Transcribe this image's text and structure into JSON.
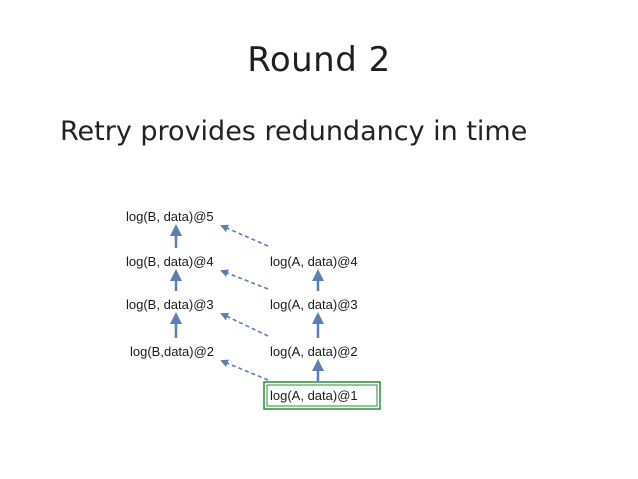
{
  "slide": {
    "title": "Round 2",
    "subtitle": "Retry provides redundancy in time"
  },
  "diagram": {
    "colors": {
      "arrow": "#5b7fb3",
      "highlight_border": "#2e8b3a",
      "text": "#1a1a1a"
    },
    "column_b": [
      "log(B, data)@5",
      "log(B, data)@4",
      "log(B, data)@3",
      "log(B,data)@2"
    ],
    "column_a": [
      "log(A, data)@4",
      "log(A, data)@3",
      "log(A, data)@2",
      "log(A, data)@1"
    ],
    "highlighted_node": "log(A, data)@1",
    "edges": [
      {
        "from": "log(B, data)@4",
        "to": "log(B, data)@5",
        "style": "solid"
      },
      {
        "from": "log(B, data)@3",
        "to": "log(B, data)@4",
        "style": "solid"
      },
      {
        "from": "log(B,data)@2",
        "to": "log(B, data)@3",
        "style": "solid"
      },
      {
        "from": "log(A, data)@3",
        "to": "log(A, data)@4",
        "style": "solid"
      },
      {
        "from": "log(A, data)@2",
        "to": "log(A, data)@3",
        "style": "solid"
      },
      {
        "from": "log(A, data)@1",
        "to": "log(A, data)@2",
        "style": "solid"
      },
      {
        "from": "log(A, data)@4",
        "to": "log(B, data)@5",
        "style": "dashed"
      },
      {
        "from": "log(A, data)@3",
        "to": "log(B, data)@4",
        "style": "dashed"
      },
      {
        "from": "log(A, data)@2",
        "to": "log(B, data)@3",
        "style": "dashed"
      },
      {
        "from": "log(A, data)@1",
        "to": "log(B,data)@2",
        "style": "dashed"
      }
    ]
  }
}
